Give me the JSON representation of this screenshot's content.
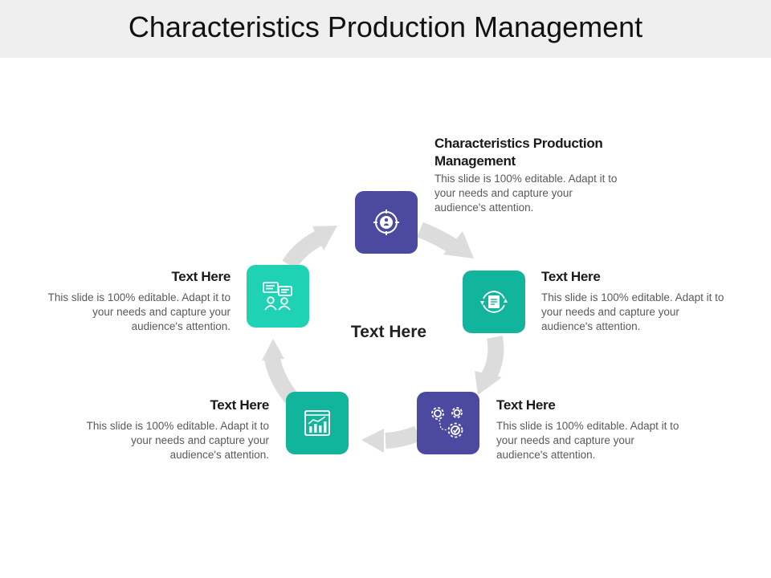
{
  "slide": {
    "title": "Characteristics Production Management",
    "center_label": "Text Here"
  },
  "colors": {
    "purple": "#4b4aa0",
    "teal": "#12b49c",
    "mint": "#1fd2b4",
    "arrow": "#dcdcdc",
    "title_band": "#efefef"
  },
  "steps": [
    {
      "heading": "Characteristics Production Management",
      "body": "This slide is 100% editable. Adapt it to your needs and capture your audience's attention.",
      "icon": "target-person-icon",
      "color": "purple"
    },
    {
      "heading": "Text Here",
      "body": "This slide is 100% editable. Adapt it to your needs and capture your audience's attention.",
      "icon": "cycle-document-icon",
      "color": "teal"
    },
    {
      "heading": "Text Here",
      "body": "This slide is 100% editable. Adapt it to your needs and capture your audience's attention.",
      "icon": "gears-check-icon",
      "color": "purple"
    },
    {
      "heading": "Text Here",
      "body": "This slide is 100% editable. Adapt it to your needs and capture your audience's attention.",
      "icon": "growth-chart-icon",
      "color": "teal"
    },
    {
      "heading": "Text Here",
      "body": "This slide is 100% editable. Adapt it to your needs and capture your audience's attention.",
      "icon": "discussion-people-icon",
      "color": "mint"
    }
  ]
}
